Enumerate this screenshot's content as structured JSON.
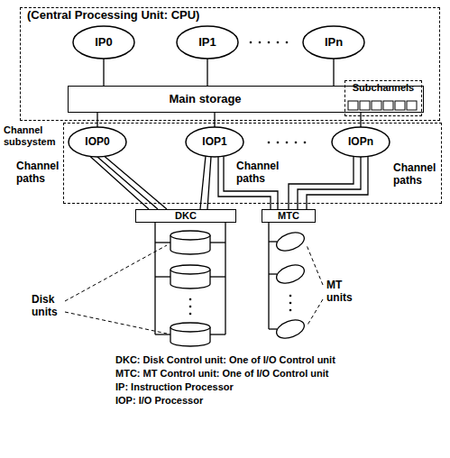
{
  "diagram": {
    "nodes": [
      {
        "text": [
          "(Central Processing Unit: CPU)"
        ]
      },
      {
        "text": [
          "IP0"
        ],
        "in": 0
      },
      {
        "text": [
          "IP1"
        ],
        "in": 0
      },
      {
        "text": [
          "IPn"
        ],
        "in": 0
      },
      {
        "text": [
          "Main storage"
        ],
        "in": 0
      },
      {
        "text": [
          "Subchannels"
        ],
        "in": 4
      },
      {
        "text": [
          "Channel subsystem"
        ]
      },
      {
        "text": [
          "IOP0"
        ],
        "in": 6
      },
      {
        "text": [
          "IOP1"
        ],
        "in": 6
      },
      {
        "text": [
          "IOPn"
        ],
        "in": 6
      },
      {
        "text": [
          "DKC"
        ]
      },
      {
        "text": [
          "MTC"
        ]
      }
    ],
    "edges": [
      {
        "from": 1,
        "to": 4,
        "arrow": "none"
      },
      {
        "from": 2,
        "to": 4,
        "arrow": "none"
      },
      {
        "from": 3,
        "to": 4,
        "arrow": "none"
      },
      {
        "from": 4,
        "to": 7,
        "arrow": "none"
      },
      {
        "from": 4,
        "to": 8,
        "arrow": "none"
      },
      {
        "from": 4,
        "to": 9,
        "arrow": "none"
      },
      {
        "from": 7,
        "to": 10,
        "arrow": "none"
      },
      {
        "from": 8,
        "to": 10,
        "arrow": "none"
      },
      {
        "from": 8,
        "to": 11,
        "arrow": "none"
      },
      {
        "from": 9,
        "to": 11,
        "arrow": "none"
      }
    ],
    "labels": [
      "Channel paths",
      "Channel paths",
      "Channel paths",
      "Disk units",
      "MT units",
      "DKC: Disk Control unit: One of I/O Control unit",
      "MTC: MT Control unit: One of I/O Control unit",
      "IP: Instruction Processor",
      "IOP: I/O Processor"
    ]
  }
}
